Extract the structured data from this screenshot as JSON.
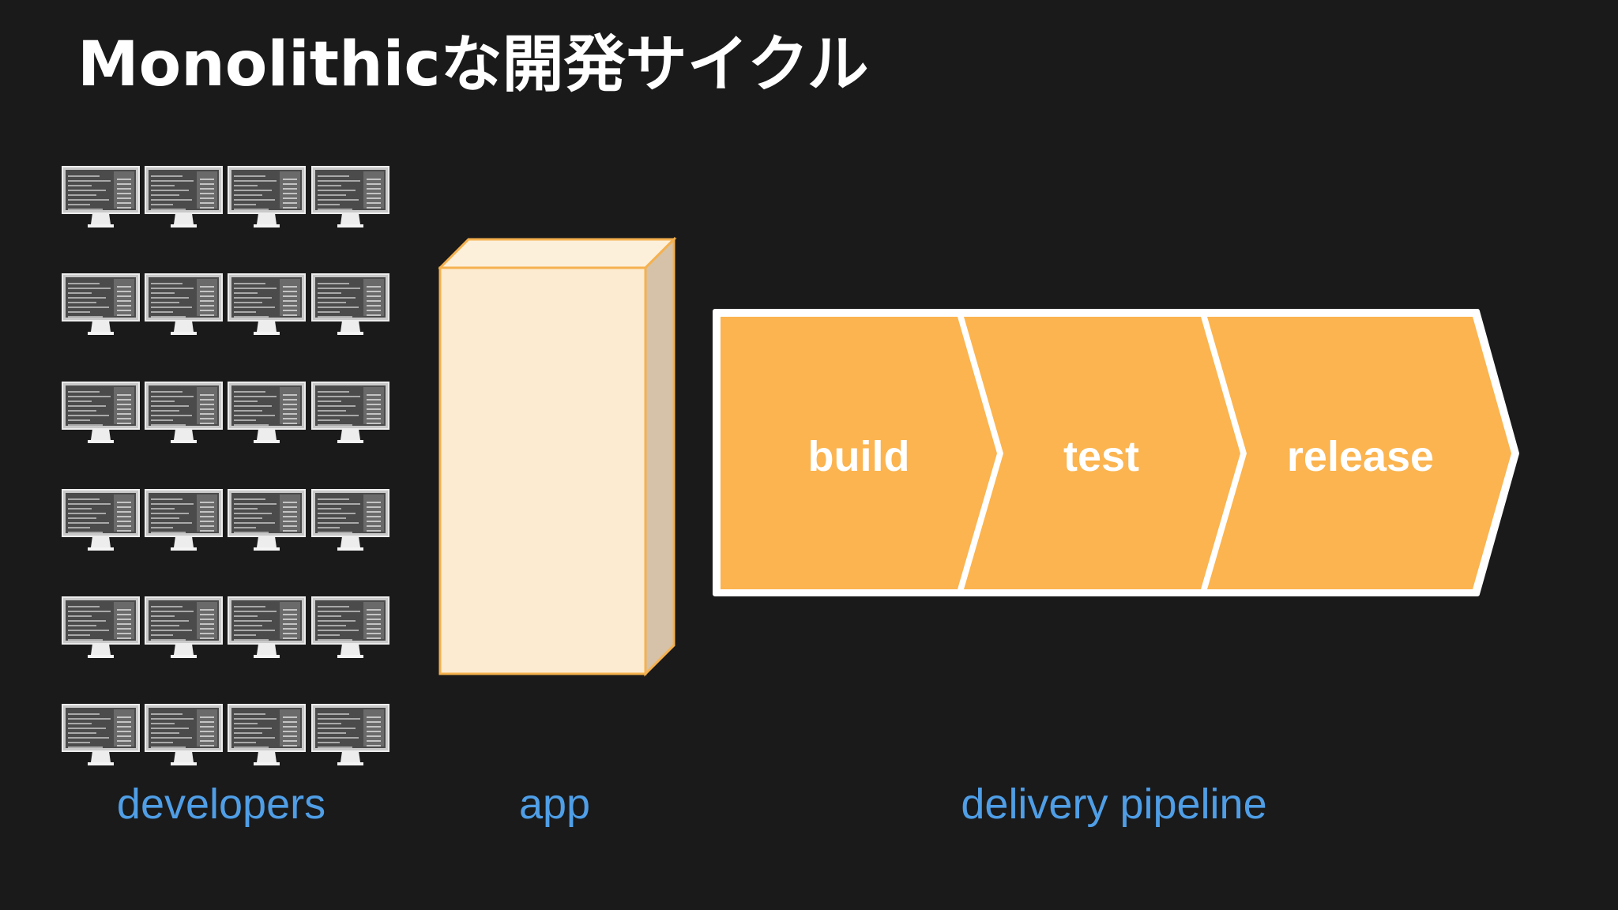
{
  "slide": {
    "title": "Monolithicな開発サイクル"
  },
  "developers": {
    "caption": "developers",
    "icon": "desktop-monitor-icon",
    "rows": 6,
    "columns": 4
  },
  "app": {
    "caption": "app",
    "shape": "3d-box",
    "color": "#fdebd1"
  },
  "pipeline": {
    "caption": "delivery pipeline",
    "color": "#fbb44f",
    "stages": [
      {
        "label": "build"
      },
      {
        "label": "test"
      },
      {
        "label": "release"
      }
    ]
  },
  "colors": {
    "background": "#1a1a1b",
    "caption": "#4f9ee6",
    "accent": "#fbb44f"
  }
}
